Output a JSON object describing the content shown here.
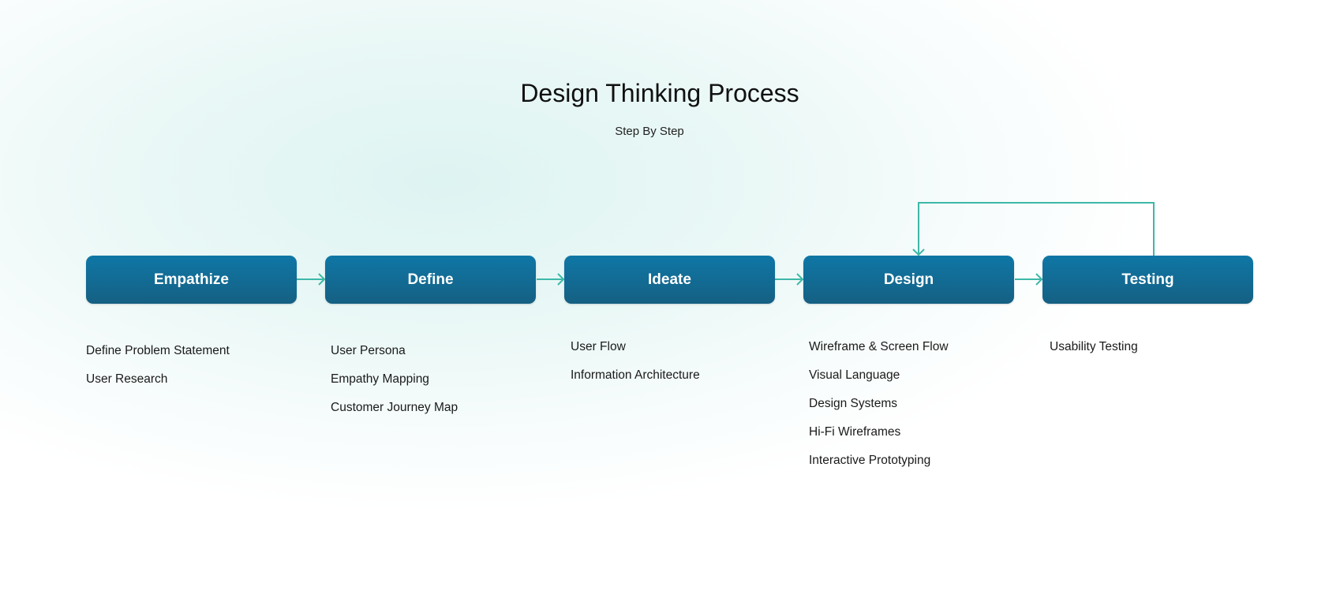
{
  "header": {
    "title": "Design Thinking Process",
    "subtitle": "Step By Step"
  },
  "colors": {
    "step_fill": "#136d97",
    "connector": "#3db8a8"
  },
  "steps": [
    {
      "label": "Empathize",
      "items": [
        "Define Problem Statement",
        "User Research"
      ]
    },
    {
      "label": "Define",
      "items": [
        "User Persona",
        "Empathy Mapping",
        "Customer Journey Map"
      ]
    },
    {
      "label": "Ideate",
      "items": [
        "User Flow",
        "Information Architecture"
      ]
    },
    {
      "label": "Design",
      "items": [
        "Wireframe & Screen Flow",
        "Visual Language",
        "Design Systems",
        "Hi-Fi Wireframes",
        "Interactive Prototyping"
      ]
    },
    {
      "label": "Testing",
      "items": [
        "Usability Testing"
      ]
    }
  ]
}
